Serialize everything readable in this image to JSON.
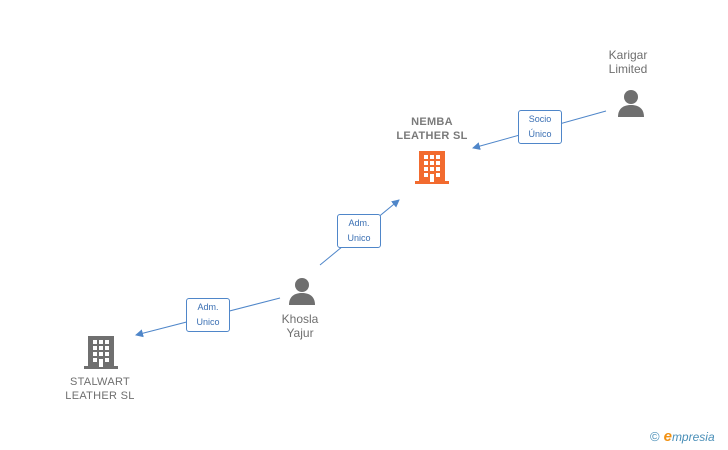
{
  "nodes": {
    "nemba": {
      "line1": "NEMBA",
      "line2": "LEATHER  SL",
      "kind": "company",
      "color": "#f26b2f"
    },
    "stalwart": {
      "line1": "STALWART",
      "line2": "LEATHER  SL",
      "kind": "company",
      "color": "#6f6f6f"
    },
    "karigar": {
      "line1": "Karigar",
      "line2": "Limited",
      "kind": "person",
      "color": "#6f6f6f"
    },
    "khosla": {
      "line1": "Khosla",
      "line2": "Yajur",
      "kind": "person",
      "color": "#6f6f6f"
    }
  },
  "edges": [
    {
      "from": "Karigar Limited",
      "to": "NEMBA LEATHER SL",
      "line1": "Socio",
      "line2": "Único"
    },
    {
      "from": "Khosla Yajur",
      "to": "NEMBA LEATHER SL",
      "line1": "Adm.",
      "line2": "Unico"
    },
    {
      "from": "Khosla Yajur",
      "to": "STALWART LEATHER SL",
      "line1": "Adm.",
      "line2": "Unico"
    }
  ],
  "colors": {
    "edge": "#4f86c9",
    "accent": "#f26b2f",
    "icon": "#6f6f6f"
  },
  "brand": {
    "copyright": "©",
    "e": "e",
    "rest": "mpresia"
  }
}
